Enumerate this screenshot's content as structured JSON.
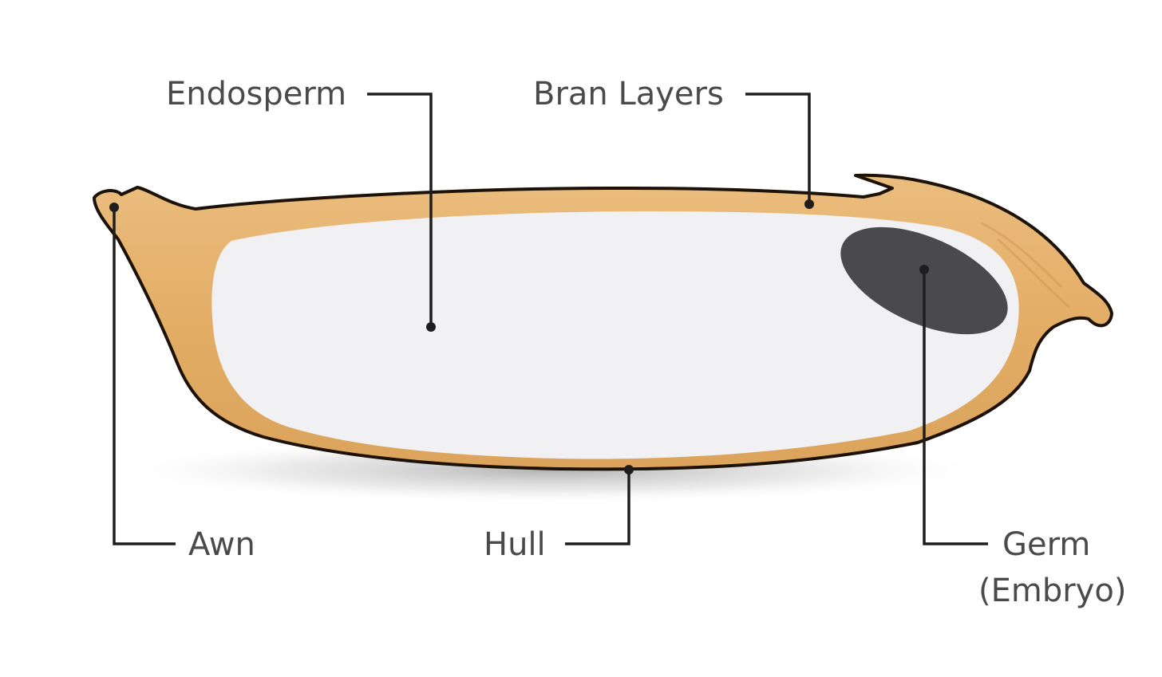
{
  "labels": {
    "endosperm": "Endosperm",
    "bran_layers": "Bran Layers",
    "awn": "Awn",
    "hull": "Hull",
    "germ_line1": "Germ",
    "germ_line2": "(Embryo)"
  },
  "colors": {
    "hull": "#e6b36e",
    "hull_outline": "#1c1208",
    "endosperm": "#f1f1f3",
    "germ": "#4a4a4d",
    "label_text": "#4a4a4a",
    "leader_line": "#1e1e1e",
    "background": "#ffffff"
  }
}
